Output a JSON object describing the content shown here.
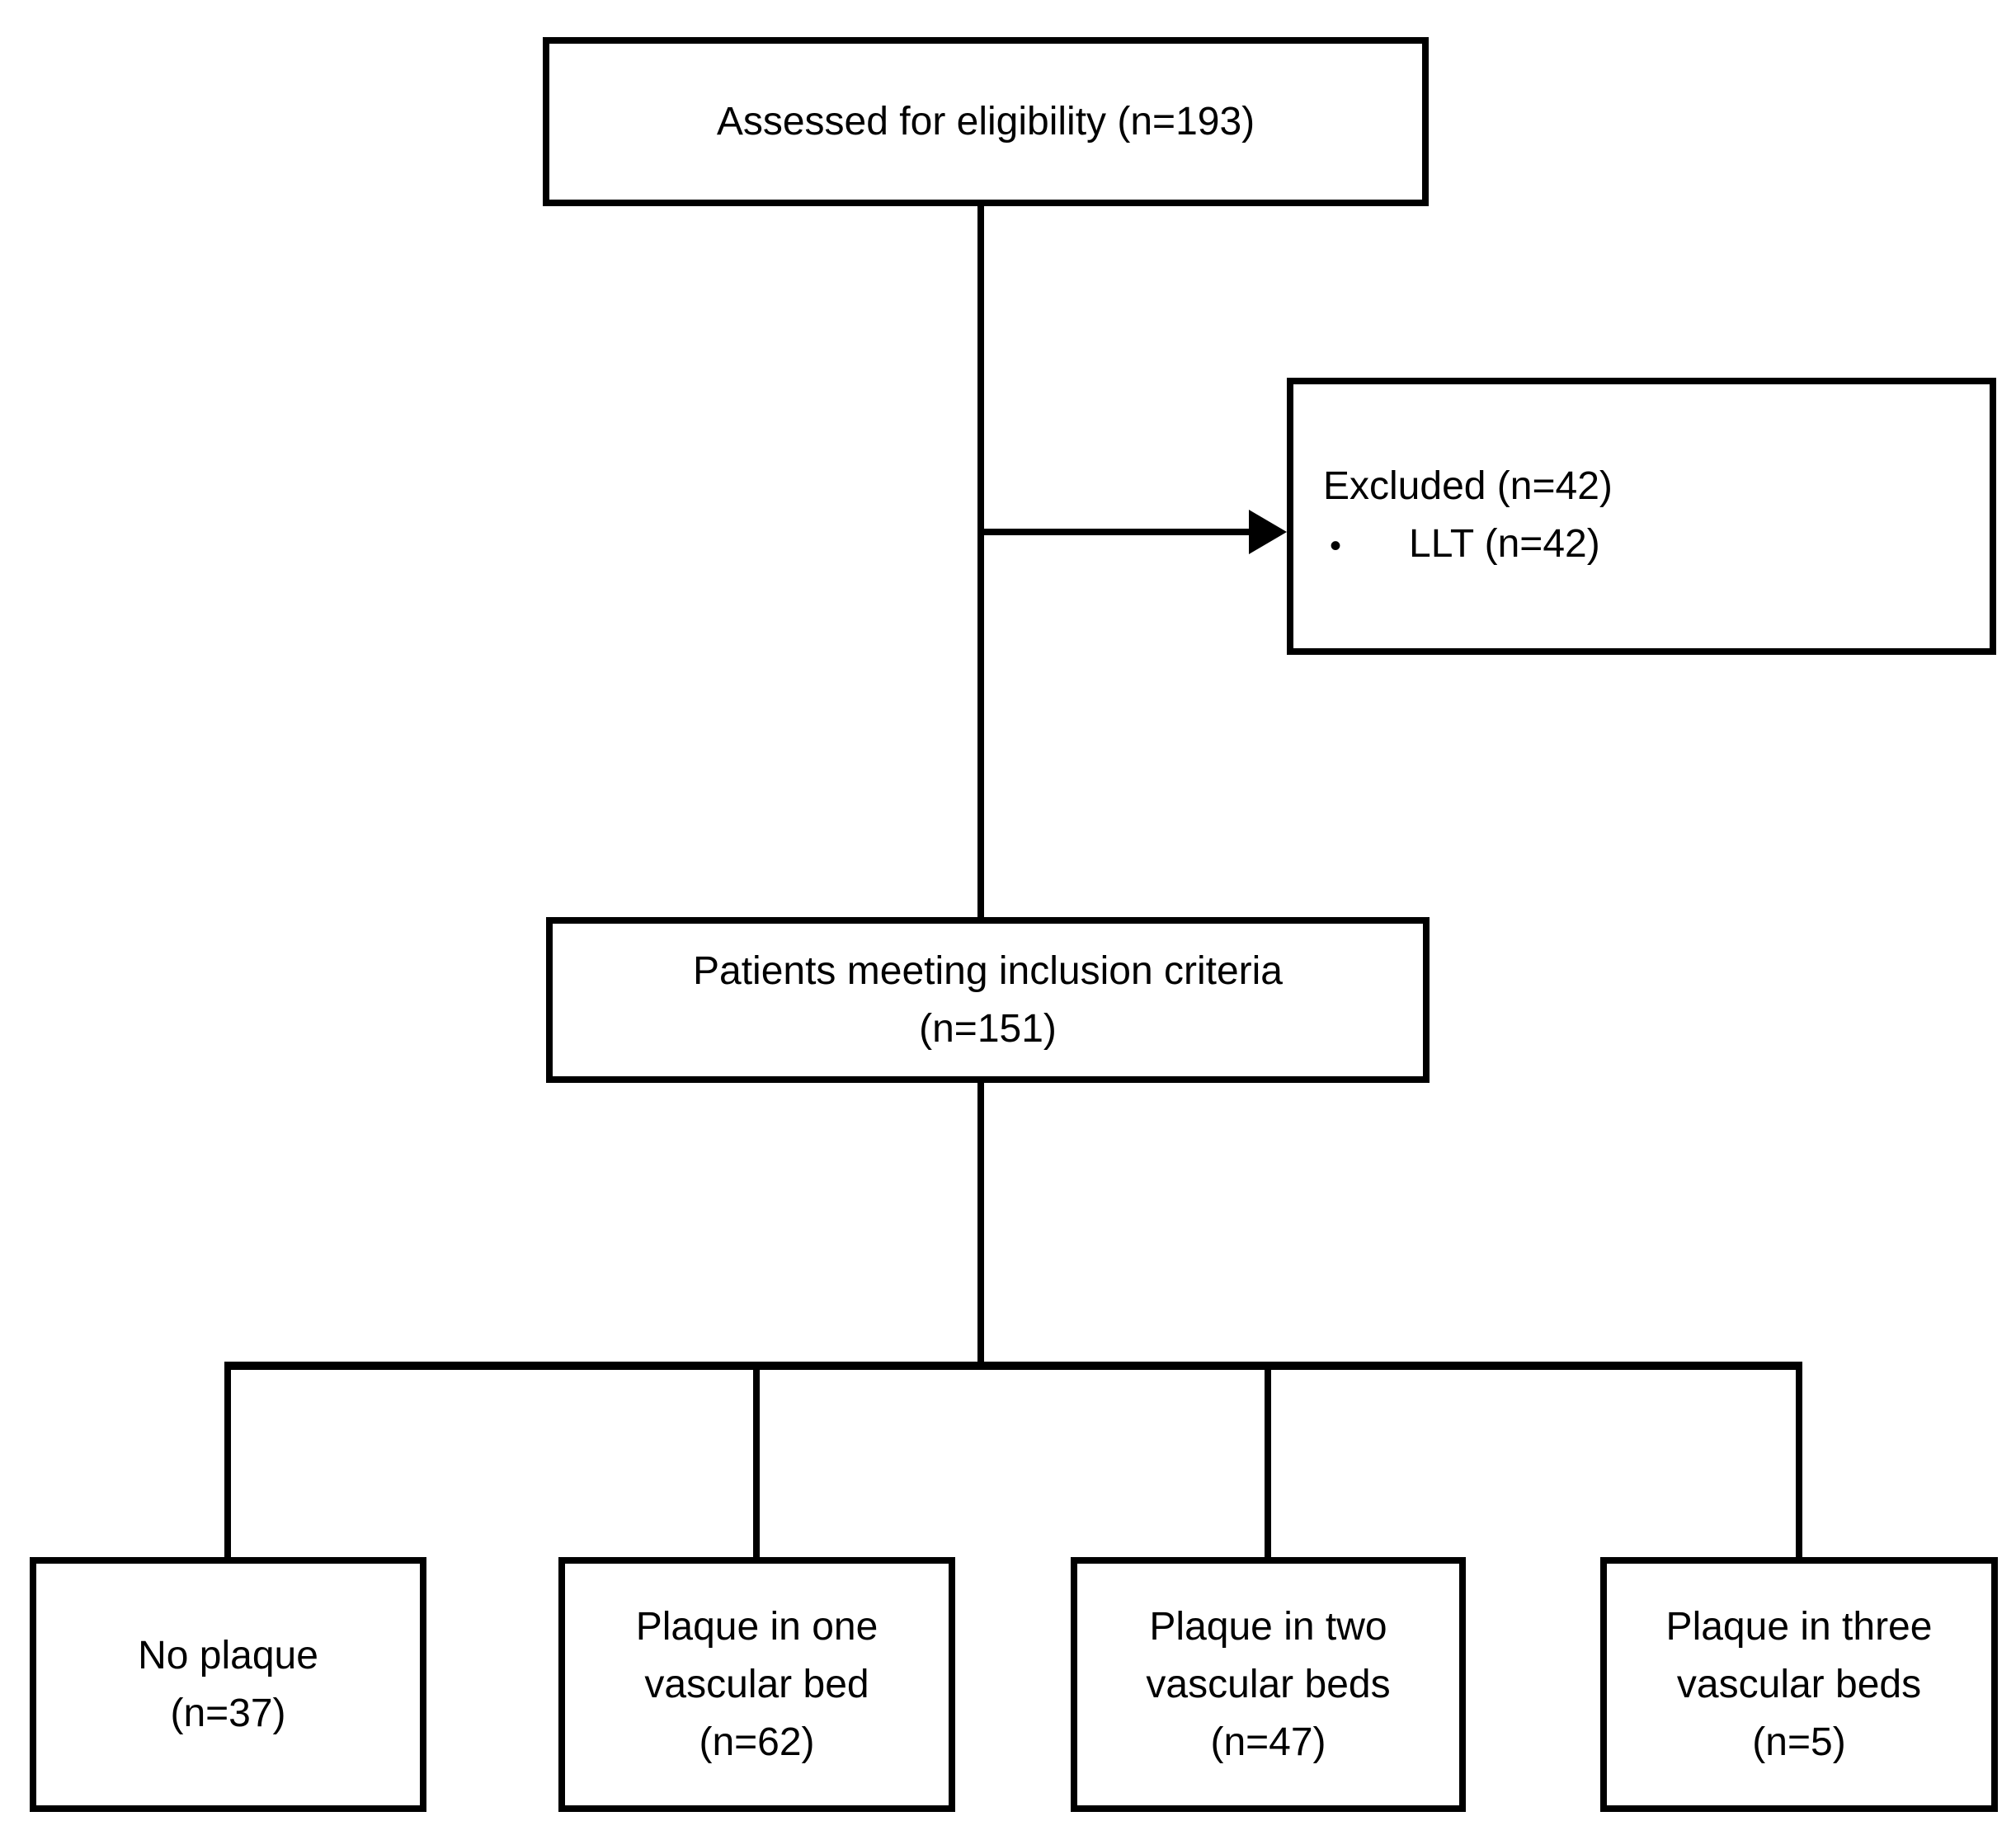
{
  "diagram": {
    "type": "flowchart",
    "background_color": "#ffffff",
    "line_color": "#000000",
    "text_color": "#000000",
    "nodes": {
      "assessed": {
        "lines": [
          "Assessed for eligibility (n=193)"
        ]
      },
      "excluded": {
        "title": "Excluded (n=42)",
        "bullet_marker": "•",
        "bullet_text": "LLT (n=42)"
      },
      "inclusion": {
        "lines": [
          "Patients meeting inclusion criteria",
          "(n=151)"
        ]
      },
      "no_plaque": {
        "lines": [
          "No plaque",
          "(n=37)"
        ]
      },
      "one_bed": {
        "lines": [
          "Plaque in one",
          "vascular bed",
          "(n=62)"
        ]
      },
      "two_beds": {
        "lines": [
          "Plaque in two",
          "vascular beds",
          "(n=47)"
        ]
      },
      "three_beds": {
        "lines": [
          "Plaque in three",
          "vascular beds",
          "(n=5)"
        ]
      }
    }
  }
}
